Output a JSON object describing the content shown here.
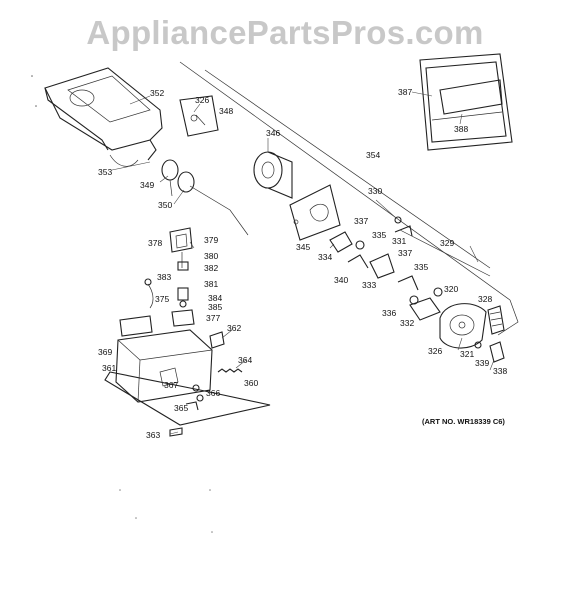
{
  "watermark": "AppliancePartsPros.com",
  "art_number": "(ART NO. WR18339 C6)",
  "part_labels": [
    "352",
    "326",
    "348",
    "346",
    "353",
    "349",
    "350",
    "354",
    "387",
    "388",
    "330",
    "337",
    "335",
    "331",
    "329",
    "345",
    "334",
    "340",
    "333",
    "337",
    "335",
    "336",
    "332",
    "320",
    "328",
    "326",
    "321",
    "339",
    "338",
    "378",
    "379",
    "380",
    "382",
    "383",
    "381",
    "384",
    "385",
    "377",
    "375",
    "362",
    "369",
    "361",
    "364",
    "367",
    "366",
    "360",
    "365",
    "363"
  ]
}
